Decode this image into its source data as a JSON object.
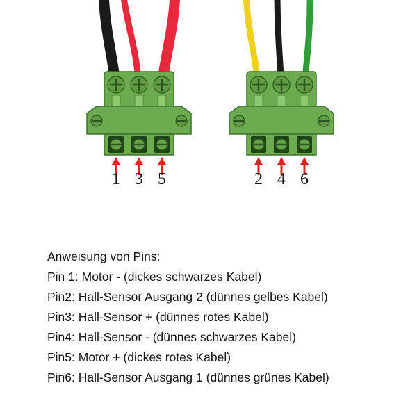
{
  "pins": {
    "left": [
      "1",
      "3",
      "5"
    ],
    "right": [
      "2",
      "4",
      "6"
    ]
  },
  "instructions": {
    "title": "Anweisung von Pins:",
    "lines": [
      "Pin 1: Motor - (dickes schwarzes Kabel)",
      "Pin2: Hall-Sensor Ausgang 2 (dünnes gelbes Kabel)",
      "Pin3: Hall-Sensor + (dünnes rotes Kabel)",
      "Pin4: Hall-Sensor - (dünnes schwarzes Kabel)",
      "Pin5: Motor + (dickes rotes Kabel)",
      "Pin6: Hall-Sensor Ausgang 1 (dünnes grünes Kabel)"
    ]
  },
  "colors": {
    "connector_green": "#6cab50",
    "arrow_red": "#e02420",
    "wire_black": "#1a1a1a",
    "wire_red": "#e8283c",
    "wire_yellow": "#f0d01e",
    "wire_green": "#2f9e38"
  }
}
